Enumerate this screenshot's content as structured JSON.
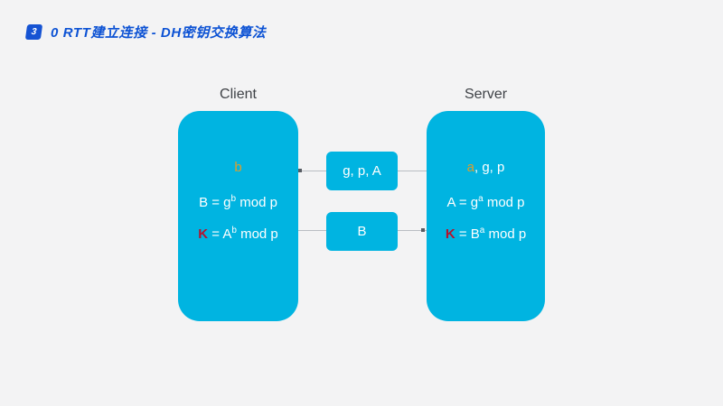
{
  "header": {
    "badge": "3",
    "title": "0 RTT建立连接 - DH密钥交换算法"
  },
  "diagram": {
    "client": {
      "label": "Client",
      "secret": "b",
      "formula_public": {
        "lhs": "B = g",
        "sup": "b",
        "rhs": " mod p"
      },
      "formula_key": {
        "key": "K",
        "mid": " = A",
        "sup": "b",
        "rhs": " mod p"
      }
    },
    "server": {
      "label": "Server",
      "secret": "a",
      "secret_rest": ", g, p",
      "formula_public": {
        "lhs": "A = g",
        "sup": "a",
        "rhs": " mod p"
      },
      "formula_key": {
        "key": "K",
        "mid": " = B",
        "sup": "a",
        "rhs": " mod p"
      }
    },
    "messages": [
      {
        "label": "g, p, A",
        "direction": "server-to-client"
      },
      {
        "label": "B",
        "direction": "client-to-server"
      }
    ]
  },
  "colors": {
    "background": "#f3f3f4",
    "node_cyan": "#00b4e1",
    "header_blue": "#0c52d4",
    "accent_orange": "#dd9e2b",
    "accent_red": "#b5122d",
    "line_gray": "#b9bdc3",
    "text_white": "#ffffff",
    "label_gray": "#3f4247"
  }
}
